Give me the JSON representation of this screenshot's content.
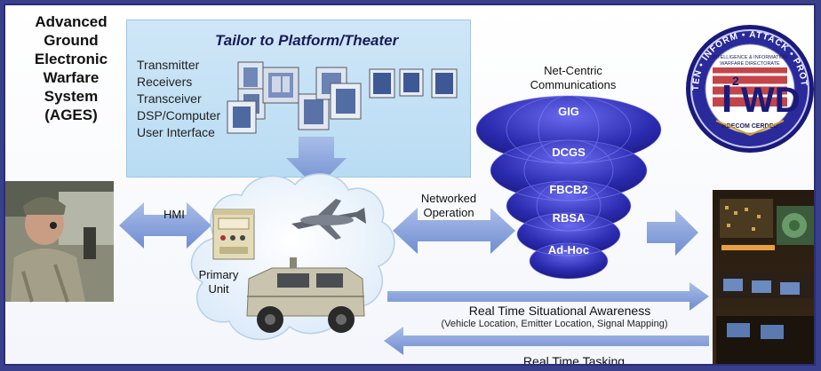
{
  "title": {
    "lines": [
      "Advanced",
      "Ground",
      "Electronic",
      "Warfare",
      "System",
      "(AGES)"
    ]
  },
  "tailor": {
    "title": "Tailor to Platform/Theater",
    "components": [
      "Transmitter",
      "Receivers",
      "Transceiver",
      "DSP/Computer",
      "User Interface"
    ]
  },
  "network": {
    "title_lines": [
      "Net-Centric",
      "Communications"
    ],
    "layers": [
      "GIG",
      "DCGS",
      "FBCB2",
      "RBSA",
      "Ad-Hoc"
    ]
  },
  "links": {
    "hmi": "HMI",
    "networked_operation_lines": [
      "Networked",
      "Operation"
    ],
    "primary_unit_lines": [
      "Primary",
      "Unit"
    ],
    "rtsa": "Real Time Situational Awareness",
    "rtsa_detail": "(Vehicle Location, Emitter Location, Signal Mapping)",
    "tasking": "Real Time Tasking"
  },
  "logo": {
    "ring_text": "LISTEN • INFORM • ATTACK • PROTECT",
    "top_lines": [
      "INTELLIGENCE & INFORMATION",
      "WARFARE DIRECTORATE"
    ],
    "mark_i": "I",
    "mark_sup": "2",
    "mark_wd": "WD",
    "bottom": "RDECOM CERDEC"
  },
  "colors": {
    "arrow": "#7d98d6",
    "arrow_dark": "#5a78c4",
    "box": "#bcdcf3",
    "globe": "#2f2fb4",
    "border": "#2a2e78"
  }
}
